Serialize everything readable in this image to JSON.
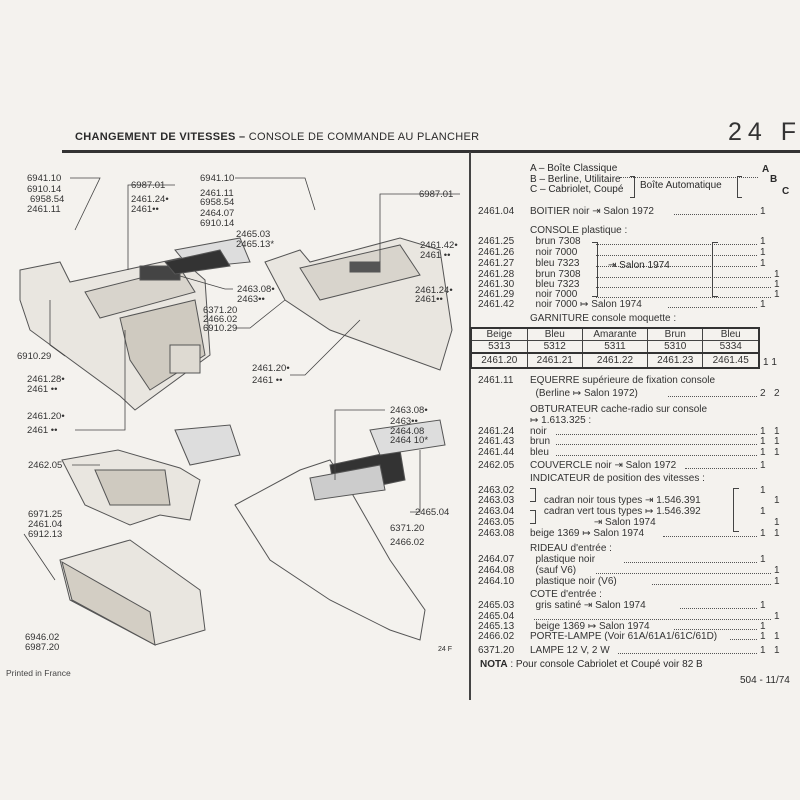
{
  "header": {
    "title_bold": "CHANGEMENT DE VITESSES –",
    "title_rest": "CONSOLE DE COMMANDE AU PLANCHER",
    "page_number": "24 F"
  },
  "legend": {
    "a": "A – Boîte Classique",
    "a_code": "A",
    "b": "B – Berline, Utilitaire",
    "c": "C – Cabriolet, Coupé",
    "auto": "Boîte Automatique",
    "b_code": "B",
    "c_code": "C"
  },
  "rows": [
    {
      "ref": "2461.04",
      "desc": "BOITIER noir ⇥ Salon 1972",
      "q1": "1",
      "q2": ""
    },
    {
      "section": "CONSOLE plastique :"
    },
    {
      "ref": "2461.25",
      "desc": "  brun 7308",
      "q1": "1",
      "q2": ""
    },
    {
      "ref": "2461.26",
      "desc": "  noir 7000",
      "q1": "1",
      "q2": ""
    },
    {
      "ref": "2461.27",
      "desc": "  bleu 7323",
      "q1": "1",
      "q2": ""
    },
    {
      "ref": "2461.28",
      "desc": "  brun 7308",
      "q1": "",
      "q2": "1"
    },
    {
      "ref": "2461.30",
      "desc": "  bleu 7323",
      "q1": "",
      "q2": "1"
    },
    {
      "ref": "2461.29",
      "desc": "  noir 7000",
      "q1": "",
      "q2": "1"
    },
    {
      "ref": "2461.42",
      "desc": "  noir 7000 ↦ Salon 1974",
      "q1": "1",
      "q2": ""
    }
  ],
  "console_group_note": "⇥ Salon 1974",
  "garniture": {
    "title": "GARNITURE console moquette :",
    "colors": [
      {
        "name": "Beige",
        "code": "5313",
        "ref": "2461.20"
      },
      {
        "name": "Bleu",
        "code": "5312",
        "ref": "2461.21"
      },
      {
        "name": "Amarante",
        "code": "5311",
        "ref": "2461.22"
      },
      {
        "name": "Brun",
        "code": "5310",
        "ref": "2461.23"
      },
      {
        "name": "Bleu",
        "code": "5334",
        "ref": "2461.45"
      }
    ],
    "qty": "1 1"
  },
  "rows2": [
    {
      "ref": "2461.11",
      "desc": "EQUERRE supérieure de fixation console",
      "q1": "",
      "q2": "",
      "nodots": true
    },
    {
      "ref": "",
      "desc": "  (Berline ↦ Salon 1972)",
      "q1": "2",
      "q2": "2"
    },
    {
      "section": "OBTURATEUR cache-radio sur console"
    },
    {
      "section": "  ↦  1.613.325 :"
    },
    {
      "ref": "2461.24",
      "desc": "noir",
      "q1": "1",
      "q2": "1"
    },
    {
      "ref": "2461.43",
      "desc": "brun",
      "q1": "1",
      "q2": "1"
    },
    {
      "ref": "2461.44",
      "desc": "bleu",
      "q1": "1",
      "q2": "1"
    },
    {
      "ref": "2462.05",
      "desc": "COUVERCLE noir ⇥ Salon 1972",
      "q1": "1",
      "q2": ""
    },
    {
      "section": "INDICATEUR de position des vitesses :"
    },
    {
      "ref": "2463.02",
      "desc": "",
      "q1": "1",
      "q2": "",
      "nodots": true
    },
    {
      "ref": "2463.03",
      "desc": "     cadran noir tous types ⇥ 1.546.391",
      "q1": "",
      "q2": "1",
      "nodots": true
    },
    {
      "ref": "2463.04",
      "desc": "     cadran vert tous types ↦ 1.546.392",
      "q1": "1",
      "q2": "",
      "nodots": true
    },
    {
      "ref": "2463.05",
      "desc": "                       ⇥ Salon 1974",
      "q1": "",
      "q2": "1",
      "nodots": true
    },
    {
      "ref": "2463.08",
      "desc": "beige 1369 ↦ Salon 1974",
      "q1": "1",
      "q2": "1"
    },
    {
      "section": "RIDEAU d'entrée :"
    },
    {
      "ref": "2464.07",
      "desc": "  plastique noir",
      "q1": "1",
      "q2": ""
    },
    {
      "ref": "2464.08",
      "desc": "  (sauf V6)",
      "q1": "",
      "q2": "1"
    },
    {
      "ref": "2464.10",
      "desc": "  plastique noir (V6)",
      "q1": "",
      "q2": "1"
    },
    {
      "section": "COTE d'entrée :"
    },
    {
      "ref": "2465.03",
      "desc": "  gris satiné ⇥ Salon 1974",
      "q1": "1",
      "q2": ""
    },
    {
      "ref": "2465.04",
      "desc": "",
      "q1": "",
      "q2": "1"
    },
    {
      "ref": "2465.13",
      "desc": "  beige 1369 ↦ Salon 1974",
      "q1": "1",
      "q2": ""
    },
    {
      "ref": "2466.02",
      "desc": "PORTE-LAMPE (Voir 61A/61A1/61C/61D)",
      "q1": "1",
      "q2": "1"
    },
    {
      "ref": "6371.20",
      "desc": "LAMPE 12 V, 2 W",
      "q1": "1",
      "q2": "1"
    }
  ],
  "nota_label": "NOTA",
  "nota_text": " : Pour console Cabriolet et Coupé voir 82 B",
  "page_ref": "504 - 11/74",
  "printed": "Printed in France",
  "figure_id": "24 F",
  "callouts": [
    "6941.10",
    "6910.14",
    "6958.54",
    "2461.11",
    "6987.01",
    "2461.24•",
    "2461••",
    "6941.10",
    "2461.11",
    "6958.54",
    "2464.07",
    "6910.14",
    "2465.03",
    "2465.13*",
    "2463.08•",
    "2463••",
    "6371.20",
    "2466.02",
    "6910.29",
    "6910.29",
    "2461.28•",
    "2461 ••",
    "2461.20•",
    "2461 ••",
    "6987.01",
    "2461.42•",
    "2461 ••",
    "2461.24•",
    "2461••",
    "2461.20•",
    "2461 ••",
    "2463.08•",
    "2463••",
    "2464.08",
    "2464 10*",
    "2465.04",
    "6371.20",
    "2466.02",
    "2462.05",
    "6971.25",
    "2461.04",
    "6912.13",
    "6946.02",
    "6987.20"
  ]
}
